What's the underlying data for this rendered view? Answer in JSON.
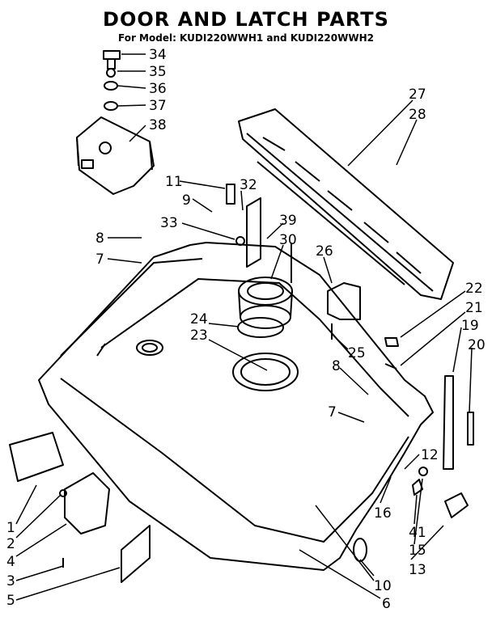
{
  "header": {
    "title": "DOOR AND LATCH PARTS",
    "subtitle": "For Model: KUDI220WWH1 and KUDI220WWH2"
  },
  "callouts": {
    "n1": "1",
    "n2": "2",
    "n3": "3",
    "n4": "4",
    "n5": "5",
    "n6": "6",
    "n7a": "7",
    "n7b": "7",
    "n8a": "8",
    "n8b": "8",
    "n9": "9",
    "n10": "10",
    "n11": "11",
    "n12": "12",
    "n13": "13",
    "n15": "15",
    "n16": "16",
    "n19": "19",
    "n20": "20",
    "n21": "21",
    "n22": "22",
    "n23": "23",
    "n24": "24",
    "n25": "25",
    "n26": "26",
    "n27": "27",
    "n28": "28",
    "n30": "30",
    "n32": "32",
    "n33": "33",
    "n34": "34",
    "n35": "35",
    "n36": "36",
    "n37": "37",
    "n38": "38",
    "n39": "39",
    "n41": "41"
  }
}
